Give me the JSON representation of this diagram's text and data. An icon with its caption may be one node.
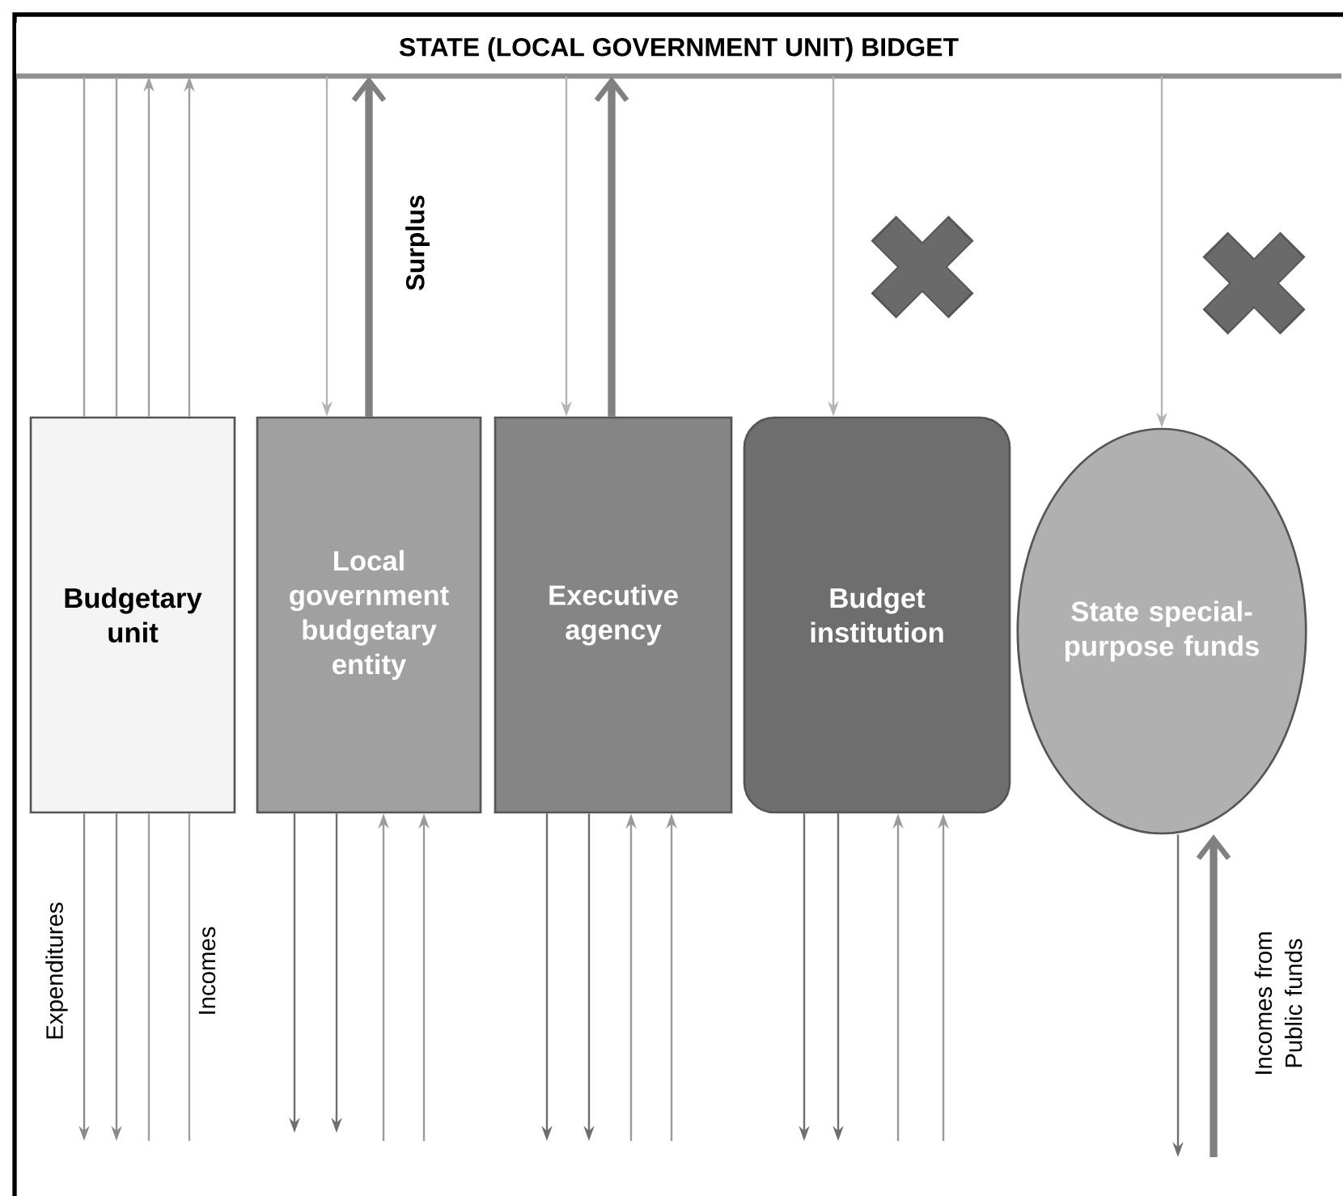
{
  "diagram": {
    "nodes": [
      {
        "text": [
          "STATE (LOCAL  GOVERNMENT UNIT) BIDGET"
        ]
      },
      {
        "text": [
          "Budgetary unit"
        ]
      },
      {
        "text": [
          "Local government budgetary entity"
        ]
      },
      {
        "text": [
          "Executive agency"
        ]
      },
      {
        "text": [
          "Budget institution"
        ]
      },
      {
        "text": [
          "State special-purpose funds"
        ]
      }
    ],
    "edges": [
      {
        "from": 0,
        "to": 1,
        "arrow": "none",
        "color": "#a0a0a0"
      },
      {
        "from": 0,
        "to": 1,
        "arrow": "none",
        "color": "#a0a0a0"
      },
      {
        "from": 1,
        "to": 0,
        "arrow": "to",
        "color": "#a0a0a0"
      },
      {
        "from": 1,
        "to": 0,
        "arrow": "to",
        "color": "#a0a0a0"
      },
      {
        "from": 1,
        "to": null,
        "arrow": "to",
        "color": "#8a8a8a"
      },
      {
        "from": 1,
        "to": null,
        "arrow": "to",
        "color": "#8a8a8a"
      },
      {
        "from": null,
        "to": 1,
        "arrow": "none",
        "color": "#a0a0a0"
      },
      {
        "from": null,
        "to": 1,
        "arrow": "none",
        "color": "#a0a0a0"
      },
      {
        "from": 0,
        "to": 2,
        "arrow": "to",
        "color": "#b4b4b4"
      },
      {
        "from": 2,
        "to": 0,
        "arrow": "to",
        "style": "thick",
        "color": "#808080"
      },
      {
        "from": 2,
        "to": null,
        "arrow": "to",
        "color": "#6e6e6e"
      },
      {
        "from": 2,
        "to": null,
        "arrow": "to",
        "color": "#6e6e6e"
      },
      {
        "from": null,
        "to": 2,
        "arrow": "to",
        "color": "#9a9a9a"
      },
      {
        "from": null,
        "to": 2,
        "arrow": "to",
        "color": "#9a9a9a"
      },
      {
        "from": 0,
        "to": 3,
        "arrow": "to",
        "color": "#b4b4b4"
      },
      {
        "from": 3,
        "to": 0,
        "arrow": "to",
        "style": "thick",
        "color": "#808080"
      },
      {
        "from": 3,
        "to": null,
        "arrow": "to",
        "color": "#6e6e6e"
      },
      {
        "from": 3,
        "to": null,
        "arrow": "to",
        "color": "#6e6e6e"
      },
      {
        "from": null,
        "to": 3,
        "arrow": "to",
        "color": "#9a9a9a"
      },
      {
        "from": null,
        "to": 3,
        "arrow": "to",
        "color": "#9a9a9a"
      },
      {
        "from": 0,
        "to": 4,
        "arrow": "to",
        "color": "#b4b4b4"
      },
      {
        "from": 4,
        "to": null,
        "arrow": "to",
        "color": "#6e6e6e"
      },
      {
        "from": 4,
        "to": null,
        "arrow": "to",
        "color": "#6e6e6e"
      },
      {
        "from": null,
        "to": 4,
        "arrow": "to",
        "color": "#9a9a9a"
      },
      {
        "from": null,
        "to": 4,
        "arrow": "to",
        "color": "#9a9a9a"
      },
      {
        "from": 0,
        "to": 5,
        "arrow": "to",
        "color": "#b4b4b4"
      },
      {
        "from": 5,
        "to": null,
        "arrow": "to",
        "color": "#6e6e6e"
      },
      {
        "from": null,
        "to": 5,
        "arrow": "to",
        "style": "thick",
        "color": "#808080"
      }
    ],
    "labels": [
      "Surplus",
      "Expenditures",
      "Incomes",
      "Incomes from Public funds"
    ]
  }
}
